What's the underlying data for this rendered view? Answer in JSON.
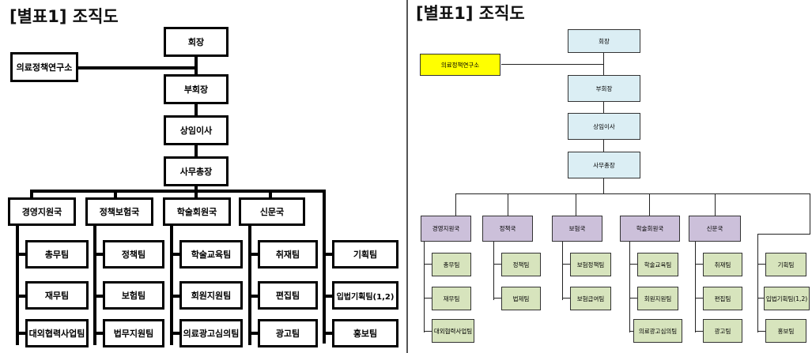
{
  "left": {
    "title": "[별표1] 조직도",
    "exec": [
      "회장",
      "부회장",
      "상임이사",
      "사무총장"
    ],
    "institute": "의료정책연구소",
    "departments": [
      {
        "name": "경영지원국",
        "teams": [
          "총무팀",
          "재무팀",
          "대외협력사업팀"
        ]
      },
      {
        "name": "정책보험국",
        "teams": [
          "정책팀",
          "보험팀",
          "법무지원팀"
        ]
      },
      {
        "name": "학술회원국",
        "teams": [
          "학술교육팀",
          "회원지원팀",
          "의료광고심의팀"
        ]
      },
      {
        "name": "신문국",
        "teams": [
          "취재팀",
          "편집팀",
          "광고팀"
        ]
      },
      {
        "name": "",
        "teams": [
          "기획팀",
          "입법기획팀(1,2)",
          "홍보팀"
        ]
      }
    ]
  },
  "right": {
    "title": "[별표1] 조직도",
    "exec": [
      "회장",
      "부회장",
      "상임이사",
      "사무총장"
    ],
    "institute": "의료정책연구소",
    "departments": [
      {
        "name": "경영지원국",
        "teams": [
          "총무팀",
          "재무팀",
          "대외협력사업팀"
        ]
      },
      {
        "name": "정책국",
        "teams": [
          "정책팀",
          "법제팀"
        ]
      },
      {
        "name": "보험국",
        "teams": [
          "보험정책팀",
          "보험급여팀"
        ]
      },
      {
        "name": "학술회원국",
        "teams": [
          "학술교육팀",
          "회원지원팀",
          "의료광고심의팀"
        ]
      },
      {
        "name": "신문국",
        "teams": [
          "취재팀",
          "편집팀",
          "광고팀"
        ]
      },
      {
        "name": "",
        "teams": [
          "기획팀",
          "입법기획팀(1,2)",
          "홍보팀"
        ]
      }
    ]
  },
  "colors": {
    "exec_fill": "#dbeef4",
    "department_fill": "#ccc0da",
    "team_fill": "#d7e4bd",
    "institute_fill": "#ffff00"
  }
}
